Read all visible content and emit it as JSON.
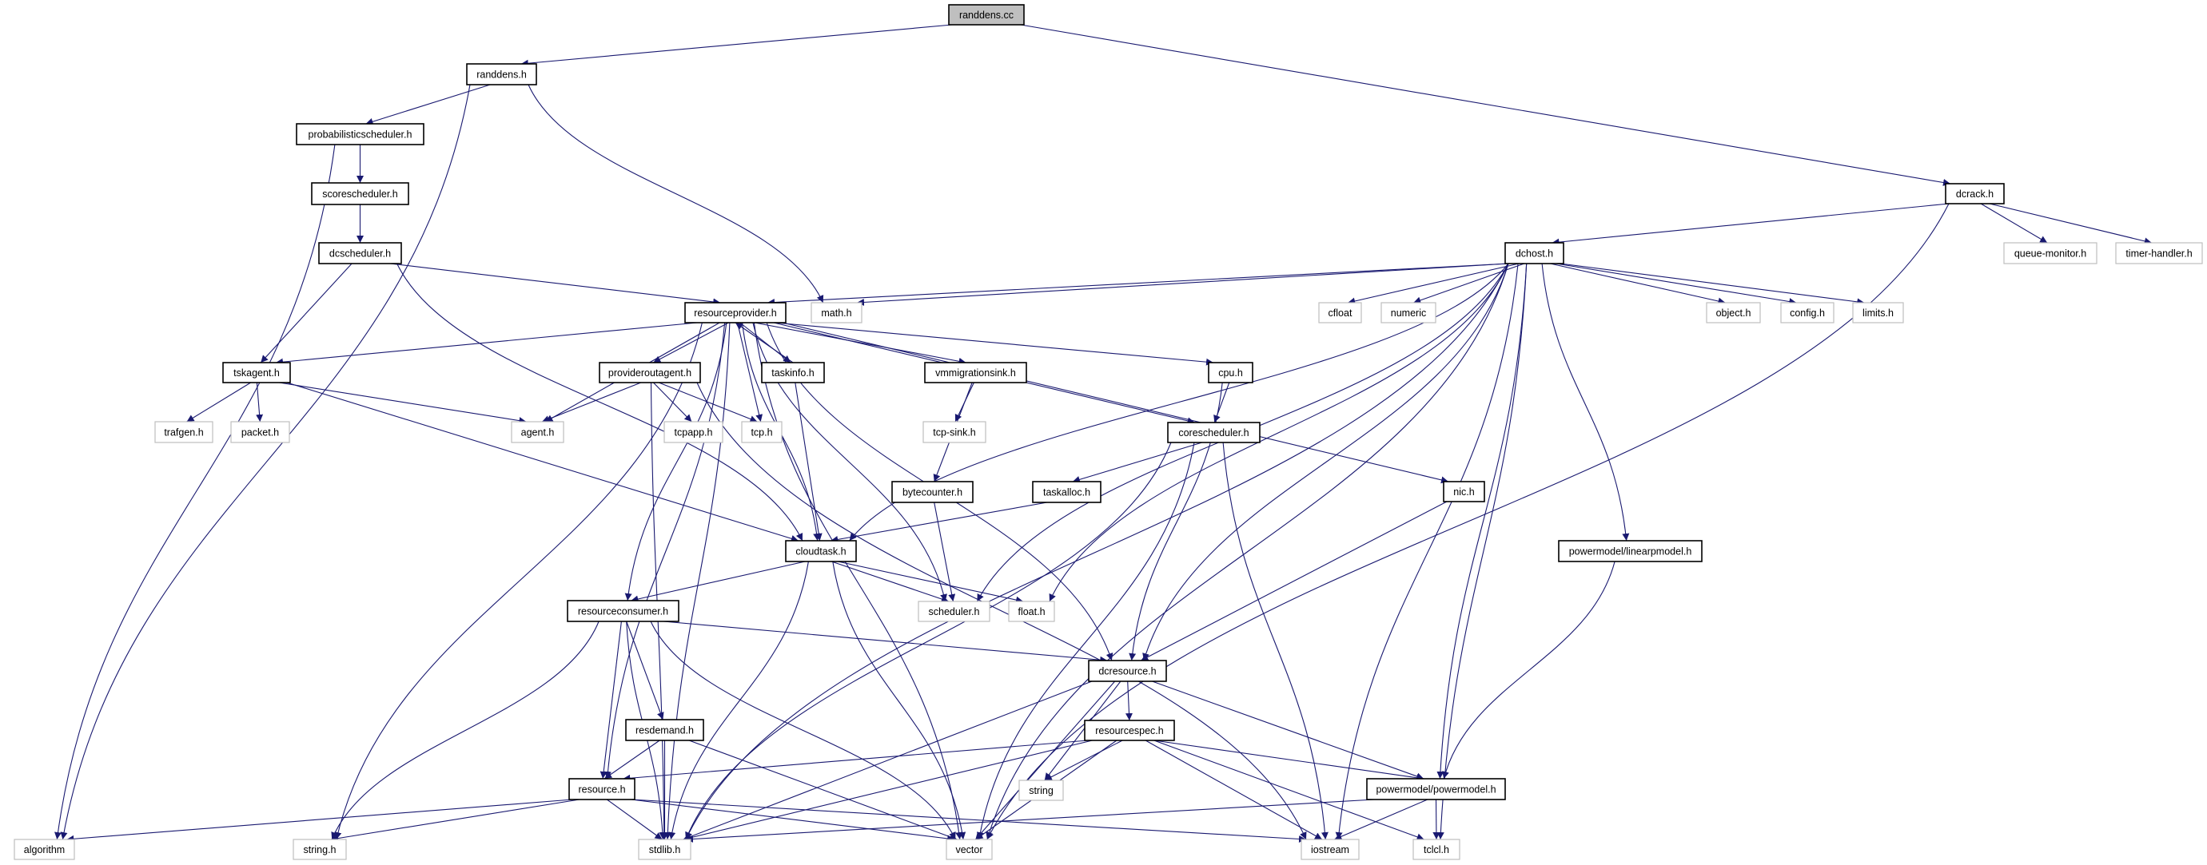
{
  "diagram": {
    "title": "randdens.cc include dependency graph",
    "edge_color": "#191970",
    "root_fill": "#bfbfbf",
    "external_border": "#bfbfbf",
    "nodes": [
      {
        "id": "randdens_cc",
        "label": "randdens.cc",
        "kind": "root"
      },
      {
        "id": "randdens_h",
        "label": "randdens.h",
        "kind": "documented"
      },
      {
        "id": "probabilisticscheduler_h",
        "label": "probabilisticscheduler.h",
        "kind": "documented"
      },
      {
        "id": "scorescheduler_h",
        "label": "scorescheduler.h",
        "kind": "documented"
      },
      {
        "id": "dcscheduler_h",
        "label": "dcscheduler.h",
        "kind": "documented"
      },
      {
        "id": "dcrack_h",
        "label": "dcrack.h",
        "kind": "documented"
      },
      {
        "id": "dchost_h",
        "label": "dchost.h",
        "kind": "documented"
      },
      {
        "id": "queue_monitor_h",
        "label": "queue-monitor.h",
        "kind": "external"
      },
      {
        "id": "timer_handler_h",
        "label": "timer-handler.h",
        "kind": "external"
      },
      {
        "id": "resourceprovider_h",
        "label": "resourceprovider.h",
        "kind": "documented"
      },
      {
        "id": "math_h",
        "label": "math.h",
        "kind": "external"
      },
      {
        "id": "cfloat",
        "label": "cfloat",
        "kind": "external"
      },
      {
        "id": "numeric",
        "label": "numeric",
        "kind": "external"
      },
      {
        "id": "object_h",
        "label": "object.h",
        "kind": "external"
      },
      {
        "id": "config_h",
        "label": "config.h",
        "kind": "external"
      },
      {
        "id": "limits_h",
        "label": "limits.h",
        "kind": "external"
      },
      {
        "id": "tskagent_h",
        "label": "tskagent.h",
        "kind": "documented"
      },
      {
        "id": "provideroutagent_h",
        "label": "provideroutagent.h",
        "kind": "documented"
      },
      {
        "id": "taskinfo_h",
        "label": "taskinfo.h",
        "kind": "documented"
      },
      {
        "id": "vmmigrationsink_h",
        "label": "vmmigrationsink.h",
        "kind": "documented"
      },
      {
        "id": "cpu_h",
        "label": "cpu.h",
        "kind": "documented"
      },
      {
        "id": "trafgen_h",
        "label": "trafgen.h",
        "kind": "external"
      },
      {
        "id": "packet_h",
        "label": "packet.h",
        "kind": "external"
      },
      {
        "id": "agent_h",
        "label": "agent.h",
        "kind": "external"
      },
      {
        "id": "tcpapp_h",
        "label": "tcpapp.h",
        "kind": "external"
      },
      {
        "id": "tcp_h",
        "label": "tcp.h",
        "kind": "external"
      },
      {
        "id": "tcp_sink_h",
        "label": "tcp-sink.h",
        "kind": "external"
      },
      {
        "id": "corescheduler_h",
        "label": "corescheduler.h",
        "kind": "documented"
      },
      {
        "id": "bytecounter_h",
        "label": "bytecounter.h",
        "kind": "documented"
      },
      {
        "id": "taskalloc_h",
        "label": "taskalloc.h",
        "kind": "documented"
      },
      {
        "id": "nic_h",
        "label": "nic.h",
        "kind": "documented"
      },
      {
        "id": "cloudtask_h",
        "label": "cloudtask.h",
        "kind": "documented"
      },
      {
        "id": "powermodel_linearpmodel_h",
        "label": "powermodel/linearpmodel.h",
        "kind": "documented"
      },
      {
        "id": "resourceconsumer_h",
        "label": "resourceconsumer.h",
        "kind": "documented"
      },
      {
        "id": "scheduler_h",
        "label": "scheduler.h",
        "kind": "external"
      },
      {
        "id": "float_h",
        "label": "float.h",
        "kind": "external"
      },
      {
        "id": "dcresource_h",
        "label": "dcresource.h",
        "kind": "documented"
      },
      {
        "id": "resdemand_h",
        "label": "resdemand.h",
        "kind": "documented"
      },
      {
        "id": "resourcespec_h",
        "label": "resourcespec.h",
        "kind": "documented"
      },
      {
        "id": "resource_h",
        "label": "resource.h",
        "kind": "documented"
      },
      {
        "id": "string",
        "label": "string",
        "kind": "external"
      },
      {
        "id": "powermodel_powermodel_h",
        "label": "powermodel/powermodel.h",
        "kind": "documented"
      },
      {
        "id": "algorithm",
        "label": "algorithm",
        "kind": "external"
      },
      {
        "id": "string_h",
        "label": "string.h",
        "kind": "external"
      },
      {
        "id": "stdlib_h",
        "label": "stdlib.h",
        "kind": "external"
      },
      {
        "id": "vector",
        "label": "vector",
        "kind": "external"
      },
      {
        "id": "iostream",
        "label": "iostream",
        "kind": "external"
      },
      {
        "id": "tclcl_h",
        "label": "tclcl.h",
        "kind": "external"
      }
    ],
    "edges": [
      [
        "randdens_cc",
        "randdens_h"
      ],
      [
        "randdens_cc",
        "dcrack_h"
      ],
      [
        "randdens_h",
        "algorithm"
      ],
      [
        "randdens_h",
        "probabilisticscheduler_h"
      ],
      [
        "randdens_h",
        "math_h"
      ],
      [
        "probabilisticscheduler_h",
        "scorescheduler_h"
      ],
      [
        "probabilisticscheduler_h",
        "algorithm"
      ],
      [
        "scorescheduler_h",
        "dcscheduler_h"
      ],
      [
        "dcscheduler_h",
        "resourceprovider_h"
      ],
      [
        "dcscheduler_h",
        "tskagent_h"
      ],
      [
        "dcscheduler_h",
        "cloudtask_h"
      ],
      [
        "dcrack_h",
        "dchost_h"
      ],
      [
        "dcrack_h",
        "queue_monitor_h"
      ],
      [
        "dcrack_h",
        "timer_handler_h"
      ],
      [
        "dcrack_h",
        "vector"
      ],
      [
        "dchost_h",
        "resourceprovider_h"
      ],
      [
        "dchost_h",
        "math_h"
      ],
      [
        "dchost_h",
        "cfloat"
      ],
      [
        "dchost_h",
        "numeric"
      ],
      [
        "dchost_h",
        "object_h"
      ],
      [
        "dchost_h",
        "config_h"
      ],
      [
        "dchost_h",
        "limits_h"
      ],
      [
        "dchost_h",
        "stdlib_h"
      ],
      [
        "dchost_h",
        "cloudtask_h"
      ],
      [
        "dchost_h",
        "scheduler_h"
      ],
      [
        "dchost_h",
        "float_h"
      ],
      [
        "dchost_h",
        "dcresource_h"
      ],
      [
        "dchost_h",
        "vector"
      ],
      [
        "dchost_h",
        "iostream"
      ],
      [
        "dchost_h",
        "tclcl_h"
      ],
      [
        "dchost_h",
        "powermodel_linearpmodel_h"
      ],
      [
        "dchost_h",
        "powermodel_powermodel_h"
      ],
      [
        "resourceprovider_h",
        "tskagent_h"
      ],
      [
        "resourceprovider_h",
        "provideroutagent_h"
      ],
      [
        "resourceprovider_h",
        "taskinfo_h"
      ],
      [
        "resourceprovider_h",
        "vmmigrationsink_h"
      ],
      [
        "resourceprovider_h",
        "agent_h"
      ],
      [
        "resourceprovider_h",
        "tcp_h"
      ],
      [
        "resourceprovider_h",
        "cloudtask_h"
      ],
      [
        "resourceprovider_h",
        "cpu_h"
      ],
      [
        "resourceprovider_h",
        "corescheduler_h"
      ],
      [
        "resourceprovider_h",
        "nic_h"
      ],
      [
        "resourceprovider_h",
        "dcresource_h"
      ],
      [
        "resourceprovider_h",
        "scheduler_h"
      ],
      [
        "resourceprovider_h",
        "resourceconsumer_h"
      ],
      [
        "resourceprovider_h",
        "resource_h"
      ],
      [
        "resourceprovider_h",
        "stdlib_h"
      ],
      [
        "resourceprovider_h",
        "string_h"
      ],
      [
        "resourceprovider_h",
        "vector"
      ],
      [
        "taskinfo_h",
        "resourceprovider_h"
      ],
      [
        "taskinfo_h",
        "cloudtask_h"
      ],
      [
        "tskagent_h",
        "trafgen_h"
      ],
      [
        "tskagent_h",
        "packet_h"
      ],
      [
        "tskagent_h",
        "agent_h"
      ],
      [
        "tskagent_h",
        "cloudtask_h"
      ],
      [
        "provideroutagent_h",
        "agent_h"
      ],
      [
        "provideroutagent_h",
        "tcpapp_h"
      ],
      [
        "provideroutagent_h",
        "tcp_h"
      ],
      [
        "provideroutagent_h",
        "stdlib_h"
      ],
      [
        "provideroutagent_h",
        "iostream"
      ],
      [
        "vmmigrationsink_h",
        "tcp_sink_h"
      ],
      [
        "vmmigrationsink_h",
        "bytecounter_h"
      ],
      [
        "bytecounter_h",
        "scheduler_h"
      ],
      [
        "cpu_h",
        "corescheduler_h"
      ],
      [
        "cpu_h",
        "dcresource_h"
      ],
      [
        "corescheduler_h",
        "taskalloc_h"
      ],
      [
        "corescheduler_h",
        "stdlib_h"
      ],
      [
        "corescheduler_h",
        "vector"
      ],
      [
        "corescheduler_h",
        "iostream"
      ],
      [
        "taskalloc_h",
        "cloudtask_h"
      ],
      [
        "nic_h",
        "dcresource_h"
      ],
      [
        "cloudtask_h",
        "resourceconsumer_h"
      ],
      [
        "cloudtask_h",
        "scheduler_h"
      ],
      [
        "cloudtask_h",
        "float_h"
      ],
      [
        "cloudtask_h",
        "stdlib_h"
      ],
      [
        "cloudtask_h",
        "vector"
      ],
      [
        "resourceconsumer_h",
        "dcresource_h"
      ],
      [
        "resourceconsumer_h",
        "resdemand_h"
      ],
      [
        "resourceconsumer_h",
        "resource_h"
      ],
      [
        "resourceconsumer_h",
        "stdlib_h"
      ],
      [
        "resourceconsumer_h",
        "string_h"
      ],
      [
        "resourceconsumer_h",
        "vector"
      ],
      [
        "resdemand_h",
        "resource_h"
      ],
      [
        "resdemand_h",
        "stdlib_h"
      ],
      [
        "resdemand_h",
        "vector"
      ],
      [
        "dcresource_h",
        "resourcespec_h"
      ],
      [
        "dcresource_h",
        "string"
      ],
      [
        "dcresource_h",
        "stdlib_h"
      ],
      [
        "dcresource_h",
        "vector"
      ],
      [
        "dcresource_h",
        "powermodel_powermodel_h"
      ],
      [
        "resourcespec_h",
        "resource_h"
      ],
      [
        "resourcespec_h",
        "string"
      ],
      [
        "resourcespec_h",
        "stdlib_h"
      ],
      [
        "resourcespec_h",
        "vector"
      ],
      [
        "resourcespec_h",
        "iostream"
      ],
      [
        "resourcespec_h",
        "tclcl_h"
      ],
      [
        "resourcespec_h",
        "powermodel_powermodel_h"
      ],
      [
        "resource_h",
        "algorithm"
      ],
      [
        "resource_h",
        "string_h"
      ],
      [
        "resource_h",
        "stdlib_h"
      ],
      [
        "resource_h",
        "vector"
      ],
      [
        "resource_h",
        "iostream"
      ],
      [
        "powermodel_linearpmodel_h",
        "powermodel_powermodel_h"
      ],
      [
        "powermodel_powermodel_h",
        "iostream"
      ],
      [
        "powermodel_powermodel_h",
        "tclcl_h"
      ],
      [
        "powermodel_powermodel_h",
        "stdlib_h"
      ]
    ]
  }
}
